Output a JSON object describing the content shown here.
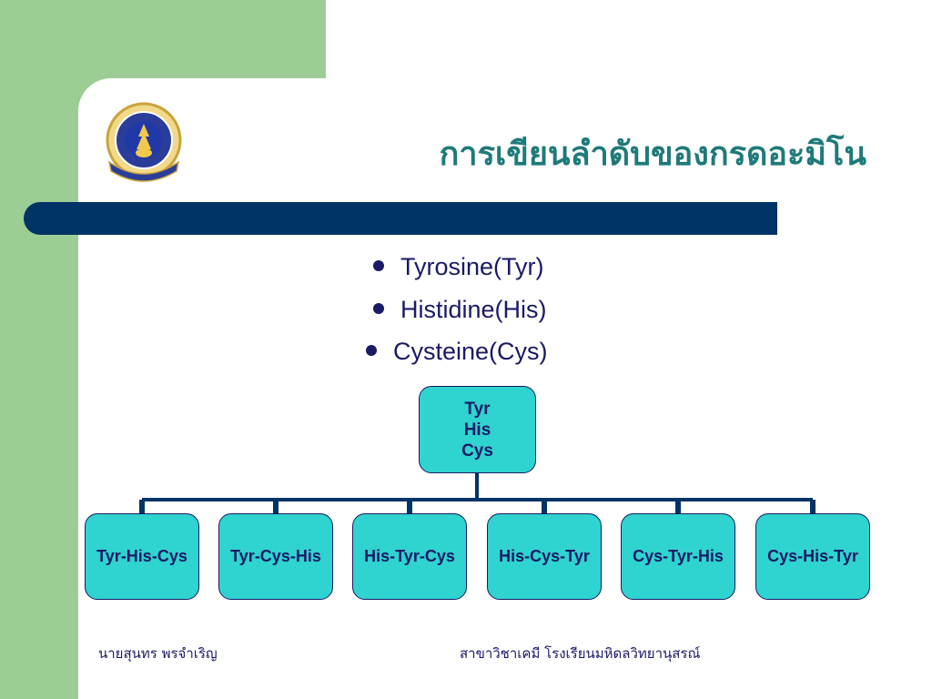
{
  "slide": {
    "title": "การเขียนลำดับของกรดอะมิโน",
    "bullets": [
      "Tyrosine(Tyr)",
      "Histidine(His)",
      "Cysteine(Cys)"
    ],
    "root": [
      "Tyr",
      "His",
      "Cys"
    ],
    "sequences": [
      "Tyr-His-Cys",
      "Tyr-Cys-His",
      "His-Tyr-Cys",
      "His-Cys-Tyr",
      "Cys-Tyr-His",
      "Cys-His-Tyr"
    ],
    "footer_left": "นายสุนทร  พรจำเริญ",
    "footer_right": "สาขาวิชาเคมี โรงเรียนมหิดลวิทยานุสรณ์"
  },
  "colors": {
    "background_green": "#9ccd95",
    "bar_navy": "#003366",
    "box_teal": "#2fd3cf",
    "title_teal": "#1f7a7a",
    "text_navy": "#1a1a66"
  },
  "icons": [
    "school-logo-icon"
  ]
}
